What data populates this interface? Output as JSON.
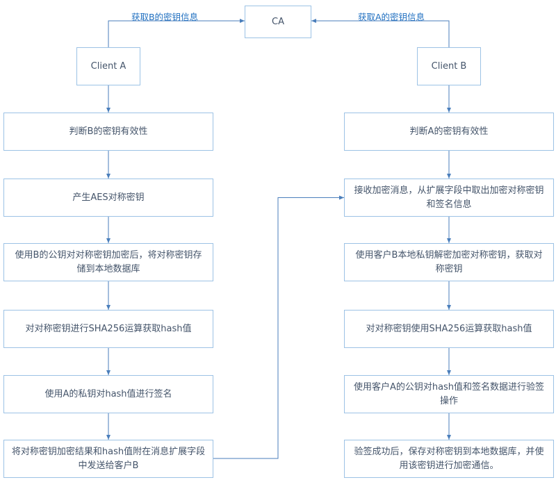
{
  "nodes": {
    "ca": "CA",
    "client_a": "Client A",
    "client_b": "Client B"
  },
  "edge_labels": {
    "get_b_key": "获取B的密钥信息",
    "get_a_key": "获取A的密钥信息"
  },
  "flow_a": {
    "steps": [
      "判断B的密钥有效性",
      "产生AES对称密钥",
      "使用B的公钥对对称密钥加密后，将对称密钥存储到本地数据库",
      "对对称密钥进行SHA256运算获取hash值",
      "使用A的私钥对hash值进行签名",
      "将对称密钥加密结果和hash值附在消息扩展字段中发送给客户B"
    ]
  },
  "flow_b": {
    "steps": [
      "判断A的密钥有效性",
      "接收加密消息，从扩展字段中取出加密对称密钥和签名信息",
      "使用客户B本地私钥解密加密对称密钥，获取对称密钥",
      "对对称密钥使用SHA256运算获取hash值",
      "使用客户A的公钥对hash值和签名数据进行验签操作",
      "验签成功后，保存对称密钥到本地数据库，并使用该密钥进行加密通信。"
    ]
  },
  "colors": {
    "box_border": "#9cc2e5",
    "box_fill": "#ffffff",
    "text": "#44546a",
    "connector": "#4a7ebb",
    "edge_label_text": "#1f6fc0"
  }
}
